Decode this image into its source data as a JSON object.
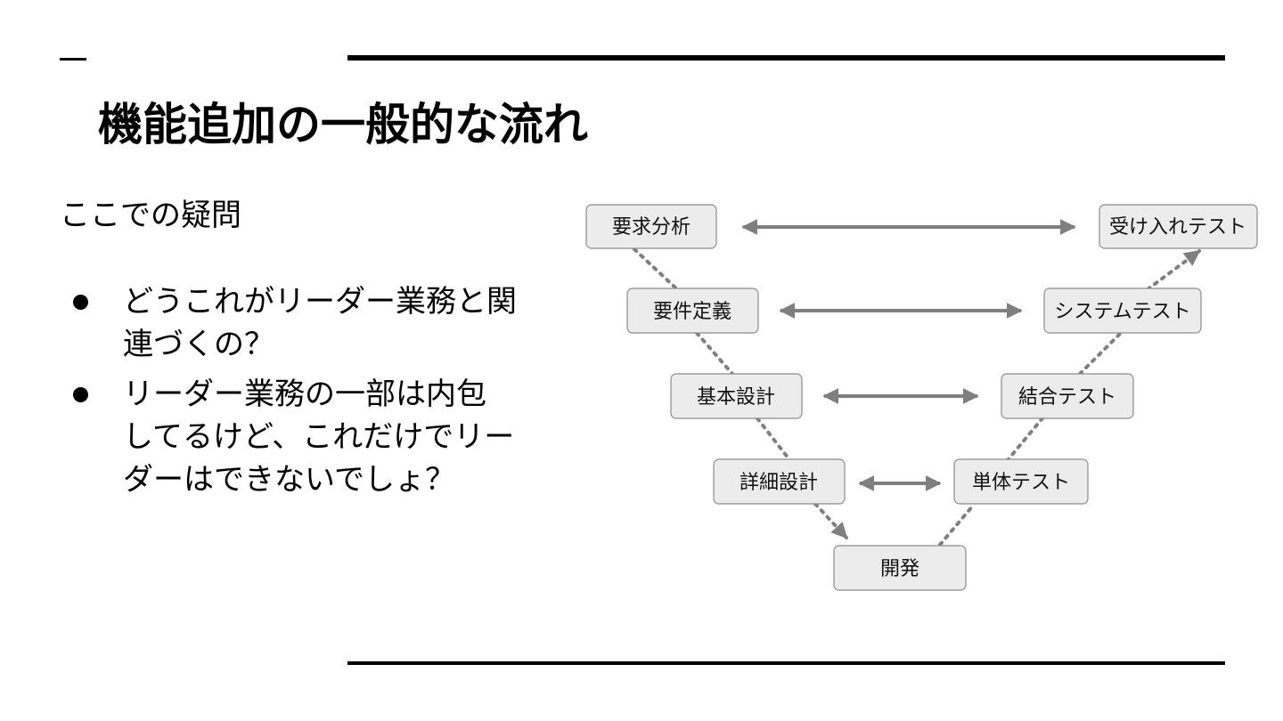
{
  "slide": {
    "title": "機能追加の一般的な流れ",
    "subtitle": "ここでの疑問",
    "bullets": [
      {
        "lines": [
          "どうこれがリーダー業務と関",
          "連づくの？"
        ]
      },
      {
        "lines": [
          "リーダー業務の一部は内包",
          "してるけど、これだけでリー",
          "ダーはできないでしょ？"
        ]
      }
    ]
  },
  "diagram": {
    "left_nodes": [
      "要求分析",
      "要件定義",
      "基本設計",
      "詳細設計"
    ],
    "bottom_node": "開発",
    "right_nodes": [
      "受け入れテスト",
      "システムテスト",
      "結合テスト",
      "単体テスト"
    ],
    "arrow_color": "#7f7f7f",
    "node_fill": "#ececec"
  }
}
